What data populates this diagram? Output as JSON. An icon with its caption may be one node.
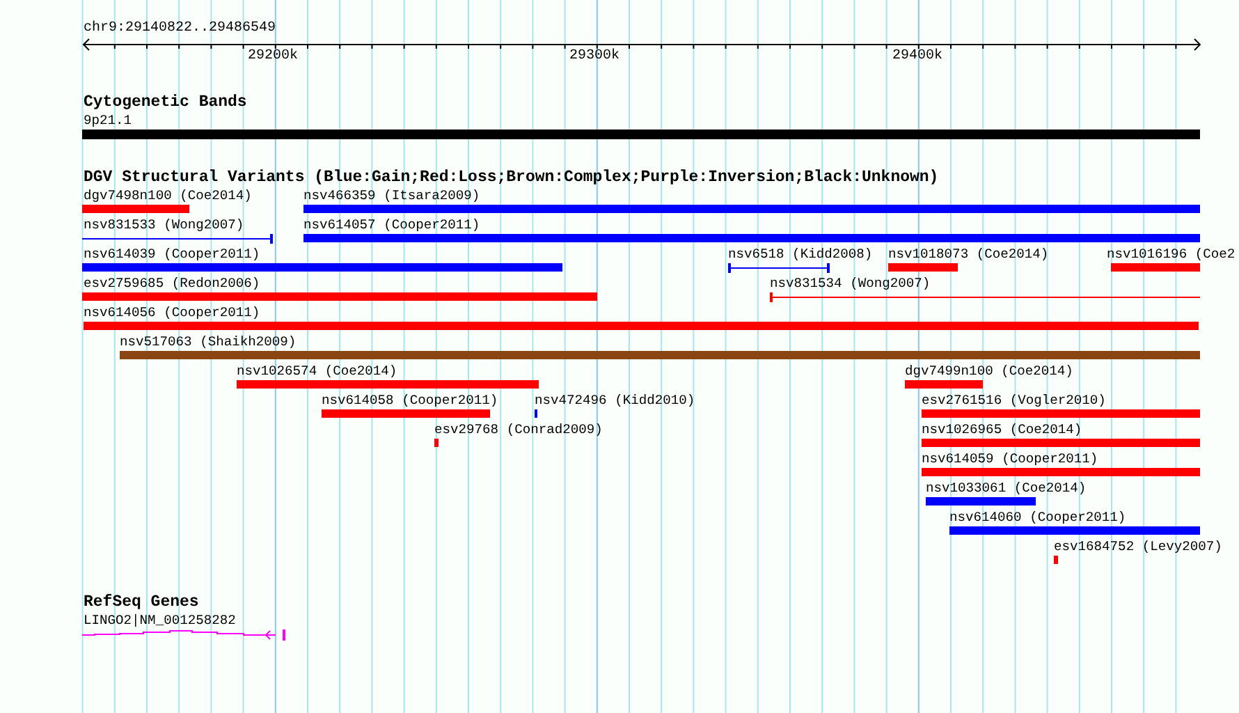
{
  "diagram": {
    "nodes": [
      {
        "text": [
          "9p21.1"
        ]
      },
      {
        "text": [
          "dgv7498n100 (Coe2014)"
        ]
      },
      {
        "text": [
          "nsv466359 (Itsara2009)"
        ]
      },
      {
        "text": [
          "nsv831533 (Wong2007)"
        ]
      },
      {
        "text": [
          "nsv614057 (Cooper2011)"
        ]
      },
      {
        "text": [
          "nsv614039 (Cooper2011)"
        ]
      },
      {
        "text": [
          "nsv6518 (Kidd2008)"
        ]
      },
      {
        "text": [
          "nsv1018073 (Coe2014)"
        ]
      },
      {
        "text": [
          "nsv1016196 (Coe2"
        ]
      },
      {
        "text": [
          "esv2759685 (Redon2006)"
        ]
      },
      {
        "text": [
          "nsv831534 (Wong2007)"
        ]
      },
      {
        "text": [
          "nsv614056 (Cooper2011)"
        ]
      },
      {
        "text": [
          "nsv517063 (Shaikh2009)"
        ]
      },
      {
        "text": [
          "nsv1026574 (Coe2014)"
        ]
      },
      {
        "text": [
          "dgv7499n100 (Coe2014)"
        ]
      },
      {
        "text": [
          "nsv614058 (Cooper2011)"
        ]
      },
      {
        "text": [
          "nsv472496 (Kidd2010)"
        ]
      },
      {
        "text": [
          "esv2761516 (Vogler2010)"
        ]
      },
      {
        "text": [
          "esv29768 (Conrad2009)"
        ]
      },
      {
        "text": [
          "nsv1026965 (Coe2014)"
        ]
      },
      {
        "text": [
          "nsv614059 (Cooper2011)"
        ]
      },
      {
        "text": [
          "nsv1033061 (Coe2014)"
        ]
      },
      {
        "text": [
          "nsv614060 (Cooper2011)"
        ]
      },
      {
        "text": [
          "esv1684752 (Levy2007)"
        ]
      },
      {
        "text": [
          "LINGO2|NM_001258282"
        ]
      }
    ],
    "labels": [
      "chr9:29140822..29486549",
      "29200k",
      "29300k",
      "29400k",
      "Cytogenetic Bands",
      "DGV Structural Variants (Blue:Gain;Red:Loss;Brown:Complex;Purple:Inversion;Black:Unknown)",
      "RefSeq Genes"
    ]
  }
}
